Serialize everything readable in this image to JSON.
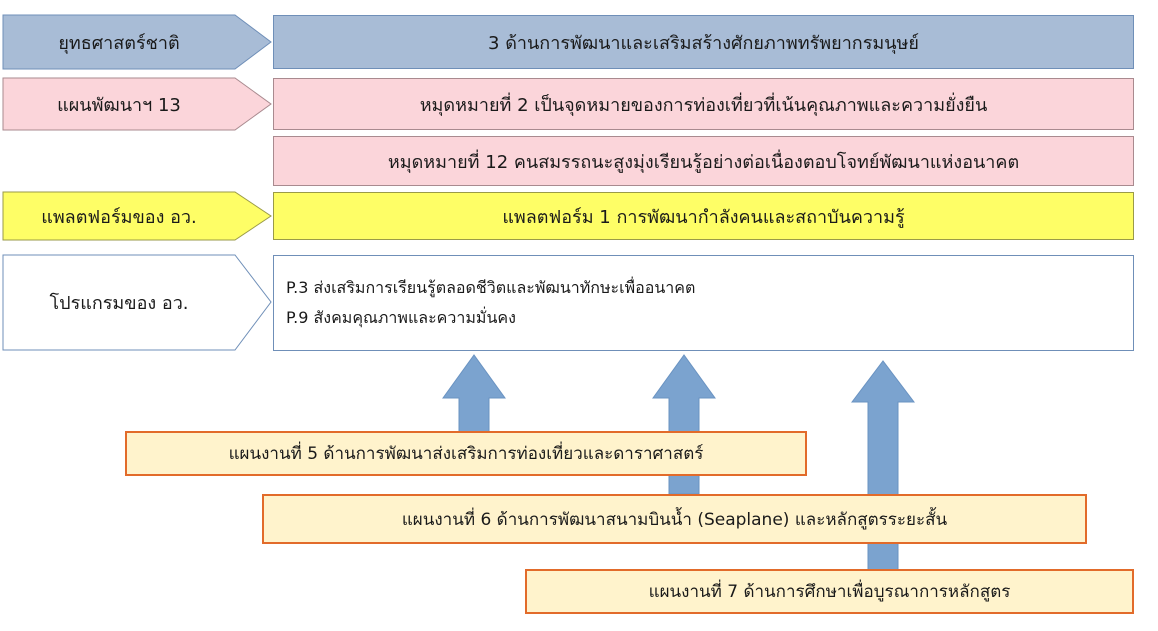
{
  "colors": {
    "blue_fill": "#a8bcd6",
    "blue_stroke": "#6f8fb8",
    "pink_fill": "#fbd5da",
    "pink_stroke": "#a98a8f",
    "yellow_fill": "#fefe66",
    "yellow_stroke": "#9a9a48",
    "white_fill": "#ffffff",
    "plan_fill": "#fff3cc",
    "plan_stroke": "#e26b2a",
    "arrow_fill": "#7ba3cf"
  },
  "rows": {
    "strategy": {
      "label": "ยุทธศาสตร์ชาติ",
      "content": "3 ด้านการพัฒนาและเสริมสร้างศักยภาพทรัพยากรมนุษย์"
    },
    "plan13": {
      "label": "แผนพัฒนาฯ 13",
      "goal_2": "หมุดหมายที่ 2 เป็นจุดหมายของการท่องเที่ยวที่เน้นคุณภาพและความยั่งยืน",
      "goal_12": "หมุดหมายที่ 12 คนสมรรถนะสูงมุ่งเรียนรู้อย่างต่อเนื่องตอบโจทย์พัฒนาแห่งอนาคต"
    },
    "platform": {
      "label": "แพลตฟอร์มของ อว.",
      "content": "แพลตฟอร์ม 1 การพัฒนากำลังคนและสถาบันความรู้"
    },
    "program": {
      "label": "โปรแกรมของ อว.",
      "items": [
        "P.3 ส่งเสริมการเรียนรู้ตลอดชีวิตและพัฒนาทักษะเพื่ออนาคต",
        "P.9 สังคมคุณภาพและความมั่นคง"
      ]
    }
  },
  "work_plans": [
    "แผนงานที่ 5 ด้านการพัฒนาส่งเสริมการท่องเที่ยวและดาราศาสตร์",
    "แผนงานที่ 6 ด้านการพัฒนาสนามบินน้ำ (Seaplane) และหลักสูตรระยะสั้น",
    "แผนงานที่ 7 ด้านการศึกษาเพื่อบูรณาการหลักสูตร"
  ]
}
